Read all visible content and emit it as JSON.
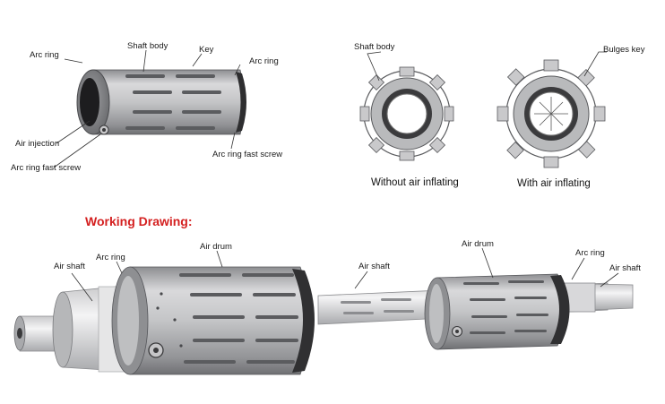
{
  "top_left": {
    "labels": {
      "arc_ring_left": "Arc ring",
      "shaft_body": "Shaft body",
      "key": "Key",
      "arc_ring_right": "Arc ring",
      "air_injection": "Air injection",
      "arc_ring_fast_screw_left": "Arc ring fast screw",
      "arc_ring_fast_screw_right": "Arc ring fast screw"
    }
  },
  "top_right": {
    "labels": {
      "shaft_body": "Shaft body",
      "bulges_key": "Bulges key"
    },
    "captions": {
      "without": "Without air inflating",
      "with": "With air inflating"
    }
  },
  "working": {
    "heading": "Working Drawing:",
    "heading_color": "#d42020",
    "labels": {
      "air_shaft_left": "Air shaft",
      "arc_ring_left": "Arc ring",
      "air_drum_left": "Air drum",
      "air_shaft_mid": "Air shaft",
      "air_drum_right": "Air drum",
      "arc_ring_right": "Arc ring",
      "air_shaft_right": "Air shaft"
    }
  },
  "colors": {
    "body_light": "#d4d4d6",
    "body_mid": "#a7a8ab",
    "body_dark": "#6d6e72",
    "ring_dark": "#3a3a3c",
    "slot": "#58595c"
  }
}
